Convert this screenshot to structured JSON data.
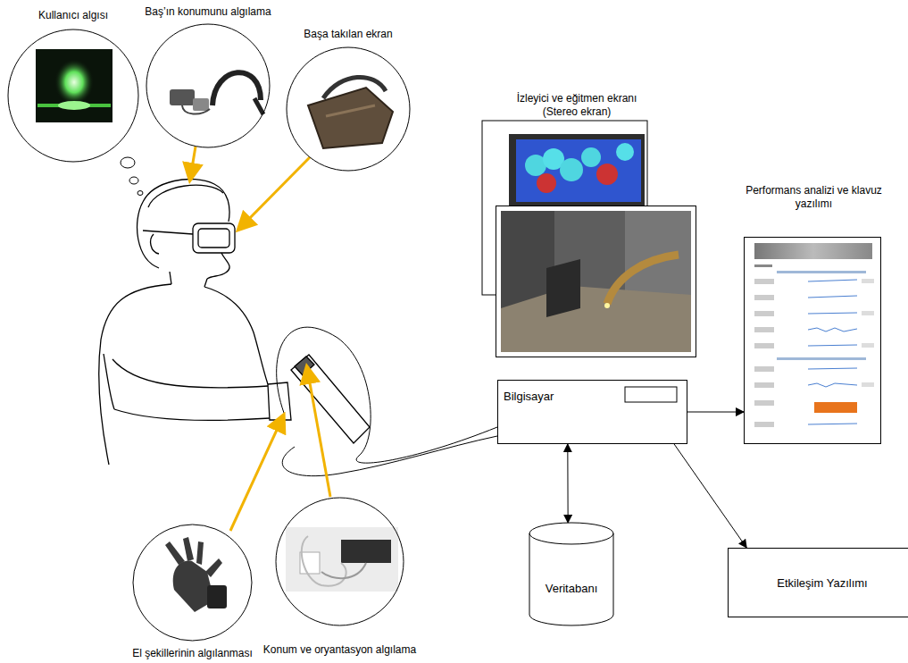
{
  "diagram": {
    "nodes": [
      {
        "text": [
          "Kullanıcı algısı"
        ]
      },
      {
        "text": [
          "Baş’ın konumunu algılama"
        ]
      },
      {
        "text": [
          "Başa takılan ekran"
        ]
      },
      {
        "text": [
          "İzleyici ve eğitmen ekranı (Stereo ekran)"
        ]
      },
      {
        "text": [
          "Performans analizi ve klavuz yazılımı"
        ]
      },
      {
        "text": [
          "Bilgisayar"
        ]
      },
      {
        "text": [
          "Veritabanı"
        ]
      },
      {
        "text": [
          "Etkileşim Yazılımı"
        ]
      },
      {
        "text": [
          "El şekillerinin algılanması"
        ]
      },
      {
        "text": [
          "Konum ve oryantasyon algılama"
        ]
      }
    ],
    "edges": [
      {
        "from": 5,
        "to": 4,
        "arrow": "to"
      },
      {
        "from": 5,
        "to": 6,
        "arrow": "both"
      },
      {
        "from": 5,
        "to": 7,
        "arrow": "to"
      }
    ]
  }
}
